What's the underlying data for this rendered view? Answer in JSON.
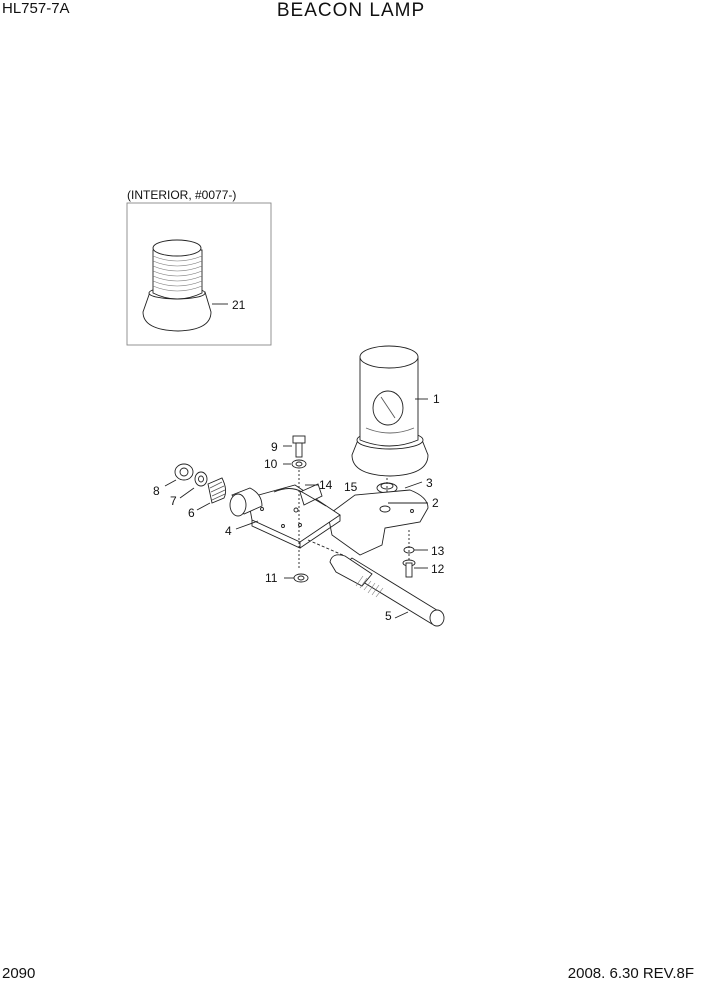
{
  "header": {
    "model": "HL757-7A",
    "title": "BEACON LAMP"
  },
  "footer": {
    "page": "2090",
    "revision": "2008. 6.30  REV.8F"
  },
  "inset": {
    "caption": "(INTERIOR, #0077-)"
  },
  "callouts": [
    "1",
    "2",
    "3",
    "4",
    "5",
    "6",
    "7",
    "8",
    "9",
    "10",
    "11",
    "12",
    "13",
    "14",
    "15",
    "21"
  ]
}
